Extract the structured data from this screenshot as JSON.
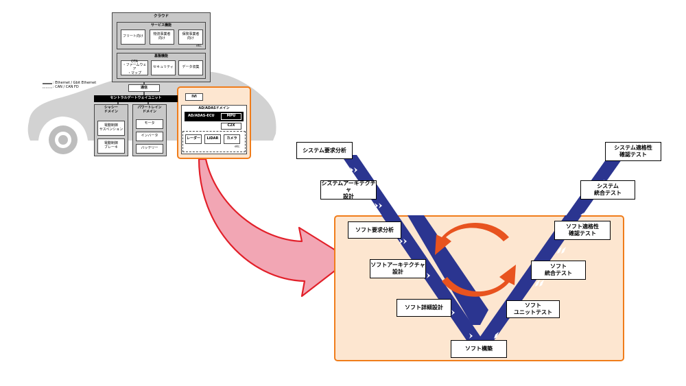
{
  "architecture": {
    "cloud": {
      "title": "クラウド",
      "service": {
        "title": "サービス機能",
        "items": [
          "フリート向け",
          "物流事業者\n向け",
          "保険事業者\n向け"
        ],
        "etc": "etc."
      },
      "base": {
        "title": "基盤機能",
        "items": [
          "OTA\n・ファームウェア\n・マップ",
          "セキュリティ",
          "データ収集"
        ]
      }
    },
    "legend": [
      ": Ethernet / Gbit Ethernet",
      ": CAN / CAN FD"
    ],
    "comm": "通信",
    "gateway": "セントラルゲートウェイユニット",
    "ivi": "IVI",
    "chassis": {
      "title": "シャシー\nドメイン",
      "items": [
        "電動制御\nサスペンション",
        "電動制御\nブレーキ"
      ]
    },
    "powertrain": {
      "title": "パワートレイン\nドメイン",
      "items": [
        "モータ",
        "インバータ",
        "バッテリー"
      ]
    },
    "adas": {
      "title": "AD/ADASドメイン",
      "ecu": "AD/ADAS-ECU",
      "mpu": "MPU",
      "c2x": "C2X",
      "sensors": [
        "レーダー",
        "LiDAR",
        "カメラ"
      ],
      "etc": "etc."
    }
  },
  "vmodel": {
    "left": [
      "システム要求分析",
      "システムアーキテクチャ\n設計",
      "ソフト要求分析",
      "ソフトアーキテクチャ\n設計",
      "ソフト詳細設計"
    ],
    "bottom": "ソフト構築",
    "right": [
      "ソフト\nユニットテスト",
      "ソフト\n統合テスト",
      "ソフト適格性\n確認テスト",
      "システム\n統合テスト",
      "システム適格性\n確認テスト"
    ]
  },
  "colors": {
    "accent_orange": "#f07c1a",
    "frame_fill": "#fde6d0",
    "v_band": "#2b3590",
    "big_arrow_fill": "#f2a6b4",
    "big_arrow_stroke": "#e2202a",
    "cycle_arrow": "#e8531f"
  }
}
